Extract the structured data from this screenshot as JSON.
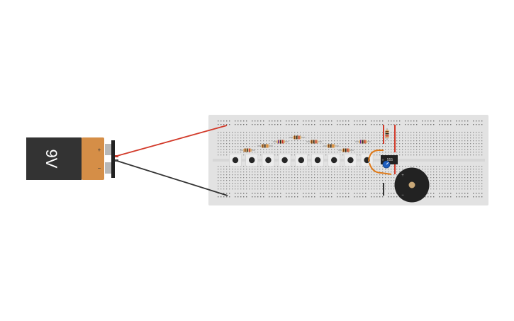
{
  "battery": {
    "label": "9V",
    "terminal_plus": "+",
    "terminal_minus": "−",
    "body_color": "#333333",
    "cap_color": "#d58e47"
  },
  "chip": {
    "label": "555",
    "color": "#222222"
  },
  "buzzer": {
    "plus": "+",
    "minus": "−",
    "color": "#222222"
  },
  "potentiometer": {
    "color": "#1f5fbf"
  },
  "wires": {
    "positive_color": "#d23a2a",
    "negative_color": "#333333",
    "jumper_color": "#e07b1a"
  },
  "breadboard": {
    "color": "#e2e2e2",
    "pushbutton_count": 9,
    "resistor_count": 9
  }
}
